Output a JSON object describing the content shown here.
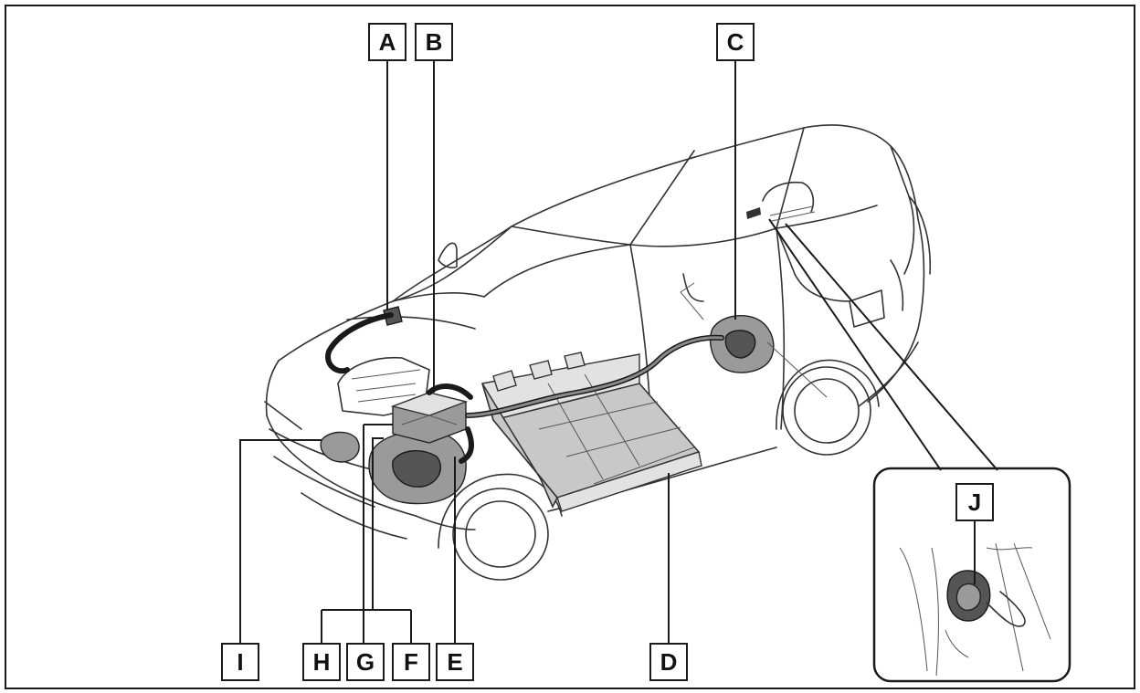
{
  "diagram": {
    "labels": {
      "a": "A",
      "b": "B",
      "c": "C",
      "d": "D",
      "e": "E",
      "f": "F",
      "g": "G",
      "h": "H",
      "i": "I",
      "j": "J"
    },
    "colors": {
      "line": "#1a1a1a",
      "battery_fill": "#c8c8c8",
      "component_fill": "#9a9a9a",
      "background": "#ffffff"
    }
  }
}
